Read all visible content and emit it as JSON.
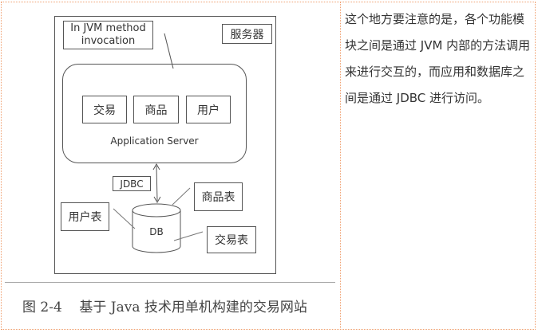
{
  "figure": {
    "server_label": "服务器",
    "jvm_label": "In JVM method invocation",
    "modules": [
      "交易",
      "商品",
      "用户"
    ],
    "app_server_label": "Application Server",
    "jdbc_label": "JDBC",
    "db_label": "DB",
    "tables": {
      "goods": "商品表",
      "users": "用户表",
      "trades": "交易表"
    },
    "caption": "图 2-4    基于 Java 技术用单机构建的交易网站"
  },
  "note": {
    "text": "这个地方要注意的是，各个功能模块之间是通过 JVM 内部的方法调用来进行交互的，而应用和数据库之间是通过 JDBC 进行访问。"
  },
  "colors": {
    "border": "#f0a070",
    "line": "#555555"
  }
}
